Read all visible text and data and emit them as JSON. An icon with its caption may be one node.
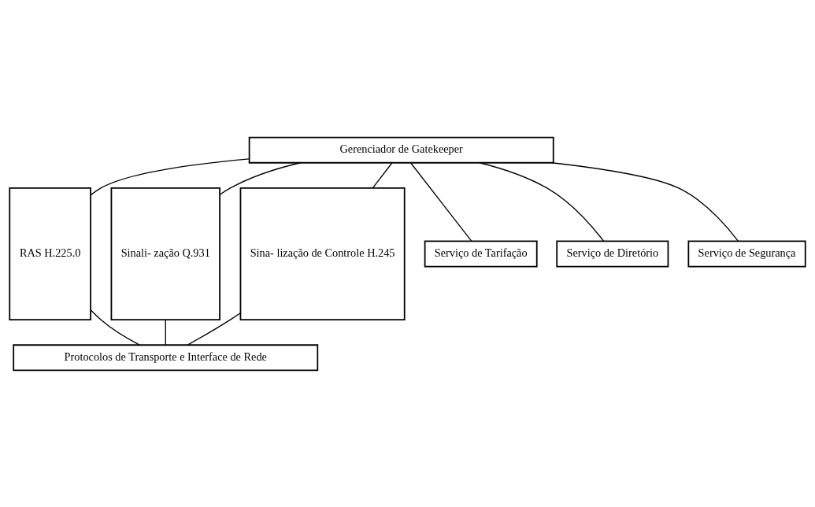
{
  "diagram": {
    "nodes": [
      {
        "text": [
          "Gerenciador de Gatekeeper"
        ]
      },
      {
        "text": [
          "RAS H.225.0"
        ]
      },
      {
        "text": [
          "Sinali- zação Q.931"
        ]
      },
      {
        "text": [
          "Sina- lização de Controle H.245"
        ]
      },
      {
        "text": [
          "Serviço de Tarifação"
        ]
      },
      {
        "text": [
          "Serviço de Diretório"
        ]
      },
      {
        "text": [
          "Serviço de Segurança"
        ]
      },
      {
        "text": [
          "Protocolos de Transporte e Interface de Rede"
        ]
      }
    ],
    "edges": [
      {
        "from": 0,
        "to": 1,
        "arrow": "none"
      },
      {
        "from": 0,
        "to": 2,
        "arrow": "none"
      },
      {
        "from": 0,
        "to": 3,
        "arrow": "none"
      },
      {
        "from": 0,
        "to": 4,
        "arrow": "none"
      },
      {
        "from": 0,
        "to": 5,
        "arrow": "none"
      },
      {
        "from": 0,
        "to": 6,
        "arrow": "none"
      },
      {
        "from": 1,
        "to": 7,
        "arrow": "none"
      },
      {
        "from": 2,
        "to": 7,
        "arrow": "none"
      },
      {
        "from": 3,
        "to": 7,
        "arrow": "none"
      }
    ]
  }
}
